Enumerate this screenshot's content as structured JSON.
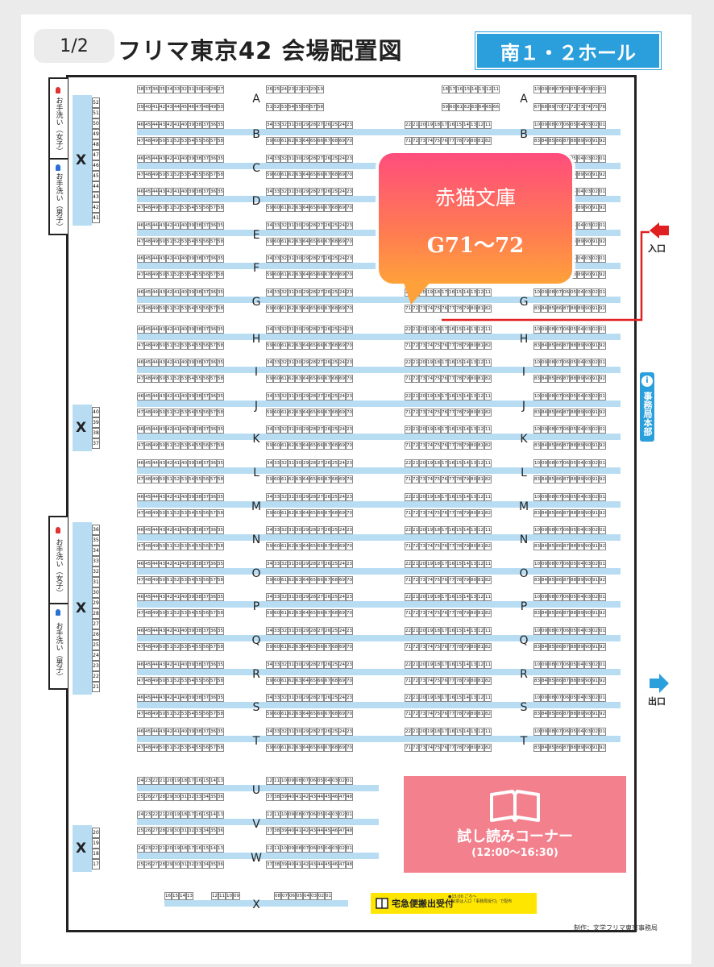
{
  "pager": {
    "label": "1/2"
  },
  "header": {
    "title": "フリマ東京42 会場配置図",
    "hall": "南１・２ホール"
  },
  "restrooms": {
    "women": "お手洗い（女子）",
    "men": "お手洗い（男子）"
  },
  "side_blocks": [
    {
      "label": "X",
      "numbers": [
        "52",
        "51",
        "50",
        "49",
        "48",
        "47",
        "46",
        "45",
        "44",
        "43",
        "42",
        "41"
      ]
    },
    {
      "label": "X",
      "numbers": [
        "40",
        "39",
        "38",
        "37"
      ]
    },
    {
      "label": "X",
      "numbers": [
        "36",
        "35",
        "34",
        "33",
        "32",
        "31",
        "30",
        "29",
        "28",
        "27",
        "26",
        "25",
        "24",
        "23",
        "22",
        "21"
      ]
    },
    {
      "label": "X",
      "numbers": [
        "20",
        "19",
        "18",
        "17"
      ]
    }
  ],
  "rows": [
    "A",
    "B",
    "C",
    "D",
    "E",
    "F",
    "G",
    "H",
    "I",
    "J",
    "K",
    "L",
    "M",
    "N",
    "O",
    "P",
    "Q",
    "R",
    "S",
    "T",
    "U",
    "V",
    "W",
    "X"
  ],
  "booth_numbers": {
    "row_a_top_left": [
      "38",
      "37",
      "36",
      "35",
      "34",
      "33",
      "32",
      "31",
      "30",
      "29",
      "28",
      "27"
    ],
    "row_a_bottom_left": [
      "39",
      "40",
      "41",
      "42",
      "43",
      "44",
      "45",
      "46",
      "47",
      "48",
      "49",
      "50"
    ],
    "row_a_top_mid": [
      "26",
      "25",
      "24",
      "23",
      "22",
      "21",
      "20",
      "19"
    ],
    "row_a_bottom_mid": [
      "51",
      "52",
      "53",
      "54",
      "55",
      "56",
      "57",
      "58"
    ],
    "row_a_top_right1": [
      "18",
      "17",
      "16",
      "15",
      "14",
      "13",
      "12",
      "11"
    ],
    "row_a_bottom_right1": [
      "59",
      "60",
      "61",
      "62",
      "63",
      "64",
      "65",
      "66"
    ],
    "row_a_top_right2": [
      "10",
      "09",
      "08",
      "07",
      "06",
      "05",
      "04",
      "03",
      "02",
      "01"
    ],
    "row_a_bottom_right2": [
      "67",
      "68",
      "69",
      "70",
      "71",
      "72",
      "73",
      "74",
      "75",
      "76"
    ],
    "top_left": [
      "46",
      "45",
      "44",
      "43",
      "42",
      "41",
      "40",
      "39",
      "38",
      "37",
      "36",
      "35"
    ],
    "bottom_left": [
      "47",
      "48",
      "49",
      "50",
      "51",
      "52",
      "53",
      "54",
      "55",
      "56",
      "57",
      "58"
    ],
    "top_mid": [
      "34",
      "33",
      "32",
      "31",
      "30",
      "29",
      "28",
      "27",
      "26",
      "25",
      "24",
      "23"
    ],
    "bottom_mid": [
      "59",
      "60",
      "61",
      "62",
      "63",
      "64",
      "65",
      "66",
      "67",
      "68",
      "69",
      "70"
    ],
    "top_right1": [
      "22",
      "21",
      "20",
      "19",
      "18",
      "17",
      "16",
      "15",
      "14",
      "13",
      "12",
      "11"
    ],
    "bottom_right1": [
      "71",
      "72",
      "73",
      "74",
      "75",
      "76",
      "77",
      "78",
      "79",
      "80",
      "81",
      "82"
    ],
    "top_right2": [
      "10",
      "09",
      "08",
      "07",
      "06",
      "05",
      "04",
      "03",
      "02",
      "01"
    ],
    "bottom_right2": [
      "83",
      "84",
      "85",
      "86",
      "87",
      "88",
      "89",
      "90",
      "91",
      "92"
    ],
    "uvw_top_left": [
      "24",
      "23",
      "22",
      "21",
      "20",
      "19",
      "18",
      "17",
      "16",
      "15",
      "14",
      "13"
    ],
    "uvw_bottom_left": [
      "25",
      "26",
      "27",
      "28",
      "29",
      "30",
      "31",
      "32",
      "33",
      "34",
      "35",
      "36"
    ],
    "uvw_top_right": [
      "12",
      "11",
      "10",
      "09",
      "08",
      "07",
      "06",
      "05",
      "04",
      "03",
      "02",
      "01"
    ],
    "uvw_bottom_right": [
      "37",
      "38",
      "39",
      "40",
      "41",
      "42",
      "43",
      "44",
      "45",
      "46",
      "47",
      "48"
    ],
    "x_row_a": [
      "16",
      "15",
      "14",
      "13"
    ],
    "x_row_b": [
      "12",
      "11",
      "10",
      "09"
    ],
    "x_row_c": [
      "08",
      "07",
      "06",
      "05",
      "04",
      "03",
      "02",
      "01"
    ]
  },
  "callout": {
    "name": "赤猫文庫",
    "booth": "G71〜72"
  },
  "entrance": {
    "label": "入口"
  },
  "exit": {
    "label": "出口"
  },
  "hq": {
    "icon": "i",
    "label": "事務局本部"
  },
  "reading_corner": {
    "title": "試し読みコーナー",
    "hours": "(12:00〜16:30)"
  },
  "delivery": {
    "label": "宅急便搬出受付",
    "note1": "●15:00 ごろ〜",
    "note2": "※伝票は入口「事務局受付」で配布"
  },
  "credit": {
    "label": "制作：文学フリマ東京事務局"
  },
  "colors": {
    "booth_blue": "#b8ddf3",
    "badge_blue": "#2a9fdc",
    "reading_pink": "#f3808d",
    "route_red": "#e02020"
  }
}
